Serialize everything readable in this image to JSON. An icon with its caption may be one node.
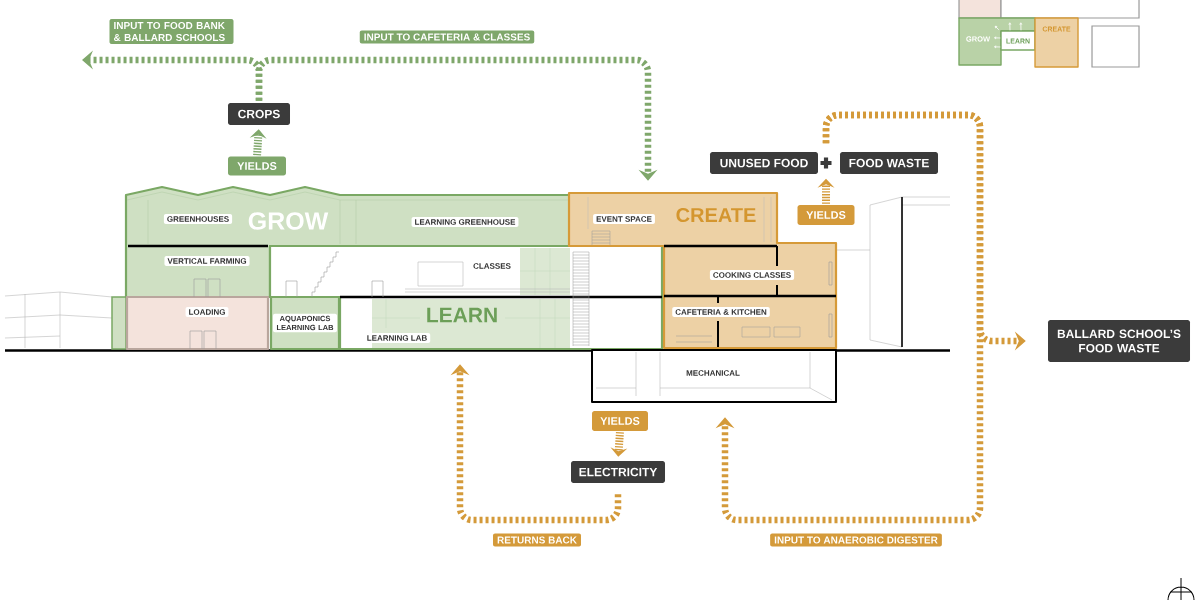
{
  "diagram": {
    "nodes": [
      {
        "text": [
          "CROPS"
        ]
      },
      {
        "text": [
          "YIELDS"
        ]
      },
      {
        "text": [
          "UNUSED FOOD"
        ]
      },
      {
        "text": [],
        "shape": "plus"
      },
      {
        "text": [
          "FOOD WASTE"
        ]
      },
      {
        "text": [
          "YIELDS"
        ]
      },
      {
        "text": [
          "GROW"
        ]
      },
      {
        "text": [
          "GREENHOUSES"
        ],
        "in": 6
      },
      {
        "text": [
          "LEARNING GREENHOUSE"
        ],
        "in": 6
      },
      {
        "text": [
          "CREATE"
        ]
      },
      {
        "text": [
          "EVENT SPACE"
        ],
        "in": 9
      },
      {
        "text": [
          "VERTICAL FARMING"
        ],
        "in": 6
      },
      {
        "text": [
          "LEARN"
        ]
      },
      {
        "text": [
          "CLASSES"
        ],
        "in": 12
      },
      {
        "text": [
          "COOKING CLASSES"
        ],
        "in": 9
      },
      {
        "text": [
          "LOADING"
        ]
      },
      {
        "text": [
          "AQUAPONICS LEARNING LAB"
        ]
      },
      {
        "text": [
          "LEARNING LAB"
        ],
        "in": 12
      },
      {
        "text": [
          "CAFETERIA & KITCHEN"
        ],
        "in": 9
      },
      {
        "text": [
          "BALLARD SCHOOL’S FOOD WASTE"
        ]
      },
      {
        "text": [
          "MECHANICAL"
        ]
      },
      {
        "text": [
          "YIELDS"
        ]
      },
      {
        "text": [
          "ELECTRICITY"
        ]
      },
      {
        "text": [],
        "shape": "box"
      },
      {
        "text": [],
        "shape": "box"
      },
      {
        "text": [
          "GROW"
        ]
      },
      {
        "text": [
          "LEARN"
        ]
      },
      {
        "text": [
          "CREATE"
        ]
      },
      {
        "text": [],
        "shape": "box"
      }
    ],
    "edges": [
      {
        "from": 1,
        "to": 0,
        "arrow": "to",
        "style": "dashed",
        "color": "#7fa76b"
      },
      {
        "from": 0,
        "to": null,
        "arrow": "to",
        "label": "INPUT TO FOOD BANK & BALLARD SCHOOLS",
        "style": "dashed",
        "color": "#7fa76b"
      },
      {
        "from": 0,
        "to": 9,
        "arrow": "to",
        "label": "INPUT TO CAFETERIA & CLASSES",
        "style": "dashed",
        "color": "#7fa76b"
      },
      {
        "from": 5,
        "to": 3,
        "arrow": "to",
        "style": "dashed"
      },
      {
        "from": 3,
        "to": 20,
        "arrow": "to",
        "label": "INPUT TO ANAEROBIC DIGESTER",
        "style": "dashed"
      },
      {
        "from": 3,
        "to": 19,
        "arrow": "to",
        "style": "dashed"
      },
      {
        "from": 21,
        "to": 22,
        "arrow": "to",
        "style": "dashed"
      },
      {
        "from": 22,
        "to": 12,
        "arrow": "to",
        "label": "RETURNS BACK",
        "style": "dashed"
      },
      {
        "from": 26,
        "to": 25,
        "arrow": "to",
        "color": "#ffffff"
      },
      {
        "from": 26,
        "to": 25,
        "arrow": "to",
        "color": "#ffffff"
      },
      {
        "from": 26,
        "to": 24,
        "arrow": "to",
        "color": "#ffffff"
      },
      {
        "from": 26,
        "to": 24,
        "arrow": "to",
        "color": "#ffffff"
      },
      {
        "from": 26,
        "to": 25,
        "arrow": "to",
        "color": "#ffffff"
      }
    ]
  }
}
